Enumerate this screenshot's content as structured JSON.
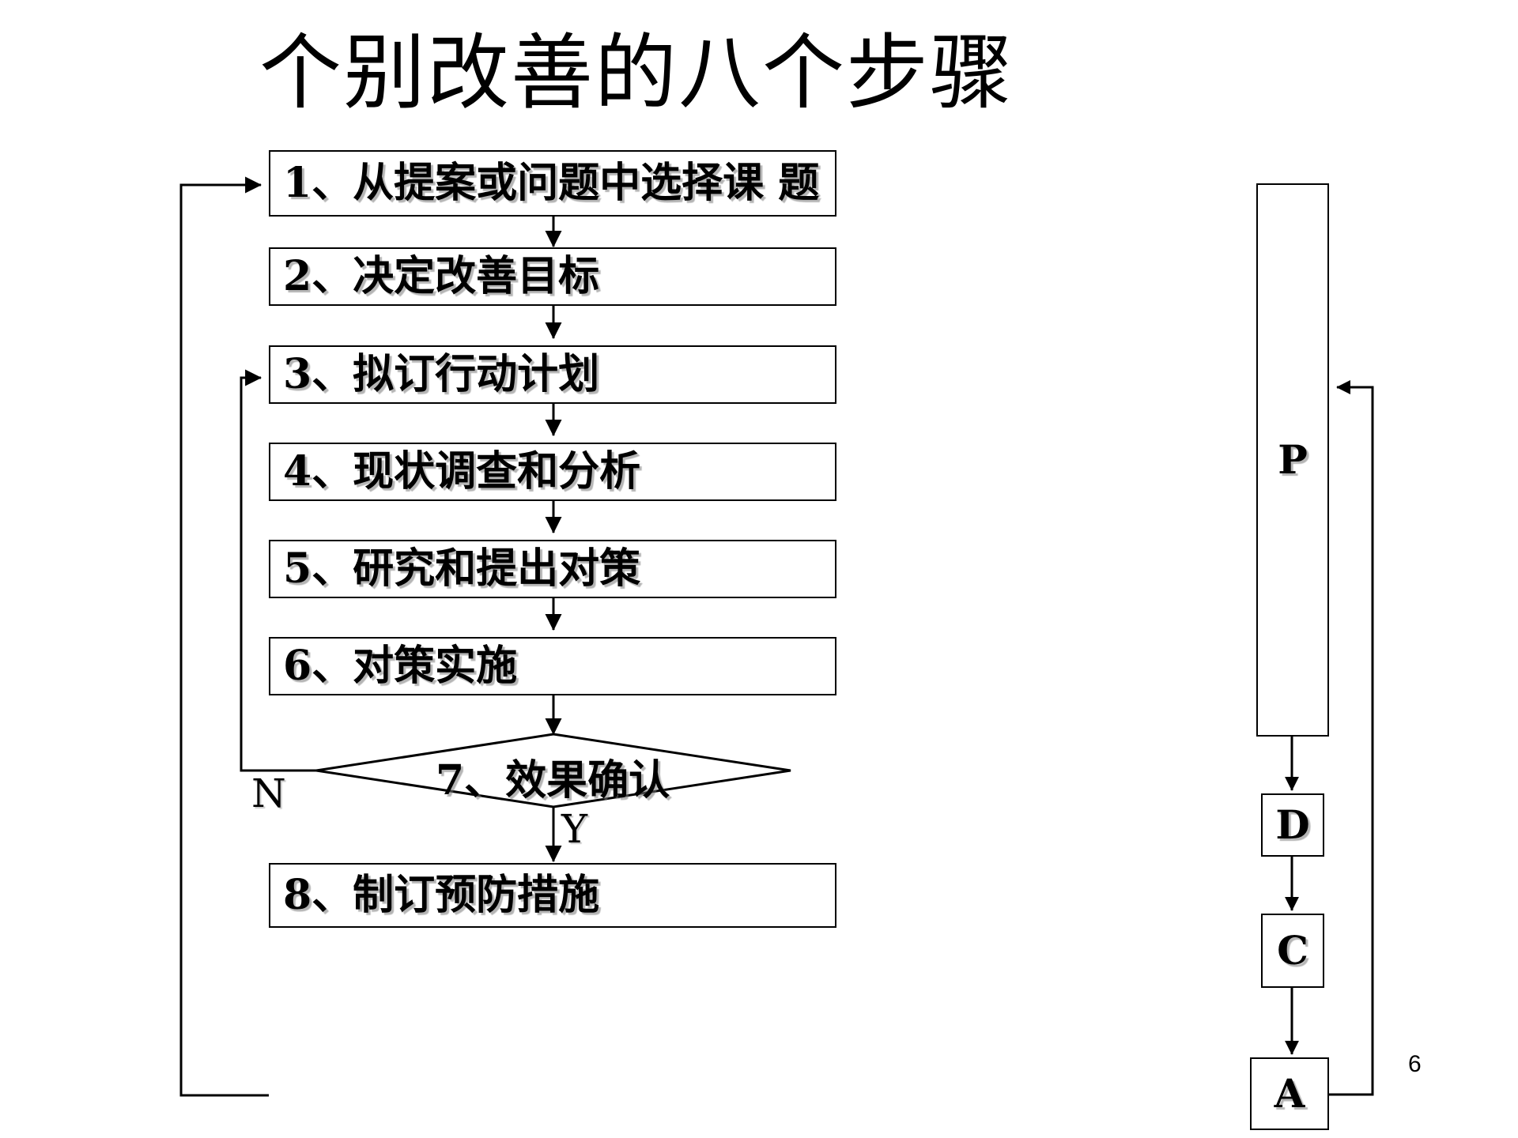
{
  "slide": {
    "title": "个别改善的八个步骤",
    "page_number": "6"
  },
  "flow": {
    "steps": [
      {
        "id": "step1",
        "label": "1、从提案或问题中选择课 题"
      },
      {
        "id": "step2",
        "label": "2、决定改善目标"
      },
      {
        "id": "step3",
        "label": "3、拟订行动计划"
      },
      {
        "id": "step4",
        "label": "4、现状调查和分析"
      },
      {
        "id": "step5",
        "label": "5、研究和提出对策"
      },
      {
        "id": "step6",
        "label": "6、对策实施"
      }
    ],
    "decision": {
      "id": "step7",
      "label": "7、效果确认"
    },
    "final": {
      "id": "step8",
      "label": "8、制订预防措施"
    },
    "branch_no": "N",
    "branch_yes": "Y"
  },
  "pdca": {
    "plan": "P",
    "do": "D",
    "check": "C",
    "act": "A"
  },
  "colors": {
    "stroke": "#000000",
    "fill": "#ffffff",
    "text": "#000000",
    "shadow": "#787878"
  }
}
